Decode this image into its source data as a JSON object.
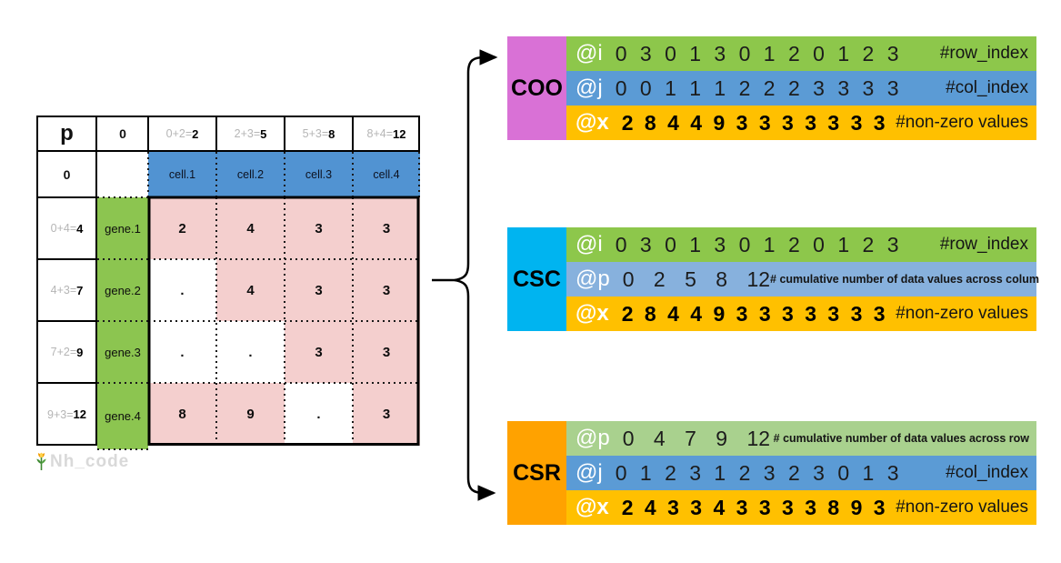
{
  "colors": {
    "table_header_blue": "#5193d2",
    "table_gene_green": "#8cc550",
    "table_value_pink": "#f4cfce",
    "row_index_green": "#8dc74b",
    "row_index_light_green": "#a9d18e",
    "col_index_blue": "#5b9bd5",
    "col_index_light_blue": "#87b1dd",
    "values_orange": "#ffc000",
    "coo_label": "#d971d6",
    "csc_label": "#00b4f0",
    "csr_label": "#ffa200"
  },
  "matrix_table": {
    "corner_label": "p",
    "zero_col_header": "0",
    "col_headers": [
      {
        "formula": "0+2=",
        "total": "2"
      },
      {
        "formula": "2+3=",
        "total": "5"
      },
      {
        "formula": "5+3=",
        "total": "8"
      },
      {
        "formula": "8+4=",
        "total": "12"
      }
    ],
    "row_zero_label": "0",
    "cell_headers": [
      "cell.1",
      "cell.2",
      "cell.3",
      "cell.4"
    ],
    "gene_rows": [
      {
        "formula": "0+4=",
        "total": "4",
        "gene": "gene.1",
        "values": [
          "2",
          "4",
          "3",
          "3"
        ]
      },
      {
        "formula": "4+3=",
        "total": "7",
        "gene": "gene.2",
        "values": [
          ".",
          "4",
          "3",
          "3"
        ]
      },
      {
        "formula": "7+2=",
        "total": "9",
        "gene": "gene.3",
        "values": [
          ".",
          ".",
          "3",
          "3"
        ]
      },
      {
        "formula": "9+3=",
        "total": "12",
        "gene": "gene.4",
        "values": [
          "8",
          "9",
          ".",
          "3"
        ]
      }
    ]
  },
  "formats": [
    {
      "name": "COO",
      "rows": [
        {
          "tag": "@i",
          "values": "0 3 0 1 3 0 1 2 0 1 2 3",
          "note": "#row_index"
        },
        {
          "tag": "@j",
          "values": "0 0 1 1 1 2 2 2 3 3 3 3",
          "note": "#col_index"
        },
        {
          "tag": "@x",
          "values": "2 8 4 4 9 3 3 3 3 3 3 3",
          "note": "#non-zero values"
        }
      ]
    },
    {
      "name": "CSC",
      "rows": [
        {
          "tag": "@i",
          "values": "0 3 0 1 3 0 1 2 0 1 2 3",
          "note": "#row_index"
        },
        {
          "tag": "@p",
          "values": "0 2 5 8 12",
          "note": "# cumulative number of data values across colum"
        },
        {
          "tag": "@x",
          "values": "2 8 4 4 9 3 3 3 3 3 3 3",
          "note": "#non-zero values"
        }
      ]
    },
    {
      "name": "CSR",
      "rows": [
        {
          "tag": "@p",
          "values": "0 4 7 9 12",
          "note": "# cumulative number of data values across row"
        },
        {
          "tag": "@j",
          "values": "0 1 2 3 1 2 3 2 3 0 1 3",
          "note": "#col_index"
        },
        {
          "tag": "@x",
          "values": "2 4 3 3 4 3 3 3 3 8 9 3",
          "note": "#non-zero values"
        }
      ]
    }
  ],
  "watermark": {
    "text": "Nh_code"
  }
}
